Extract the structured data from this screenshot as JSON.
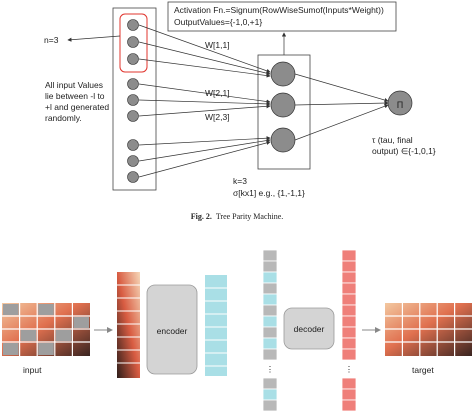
{
  "tpm": {
    "n_label": "n=3",
    "input_note": [
      "All input Values",
      "lie between -l to",
      "+l and generated",
      "randomly."
    ],
    "activation_lines": [
      "Activation Fn.=Signum(RowWiseSumof(Inputs*Weight))",
      "OutputValues={-1,0,+1}"
    ],
    "weight_labels": [
      "W[1,1]",
      "W[2,1]",
      "W[2,3]"
    ],
    "pi_symbol": "Π",
    "tau_lines": [
      "τ (tau, final",
      "output) ∈{-1,0,1}"
    ],
    "k_label": "k=3",
    "sigma_label": "σ[kx1] e.g., {1,-1,1}",
    "caption_prefix": "Fig. 2.",
    "caption_text": "Tree Parity Machine."
  },
  "autoencoder": {
    "input_label": "input",
    "encoder_label": "encoder",
    "decoder_label": "decoder",
    "target_label": "target",
    "ellipsis": "⋮",
    "colors": {
      "cyan": "#a9dfe6",
      "grey": "#b8b8b8",
      "red": "#ef7f7a",
      "block": "#d4d4d4"
    }
  }
}
